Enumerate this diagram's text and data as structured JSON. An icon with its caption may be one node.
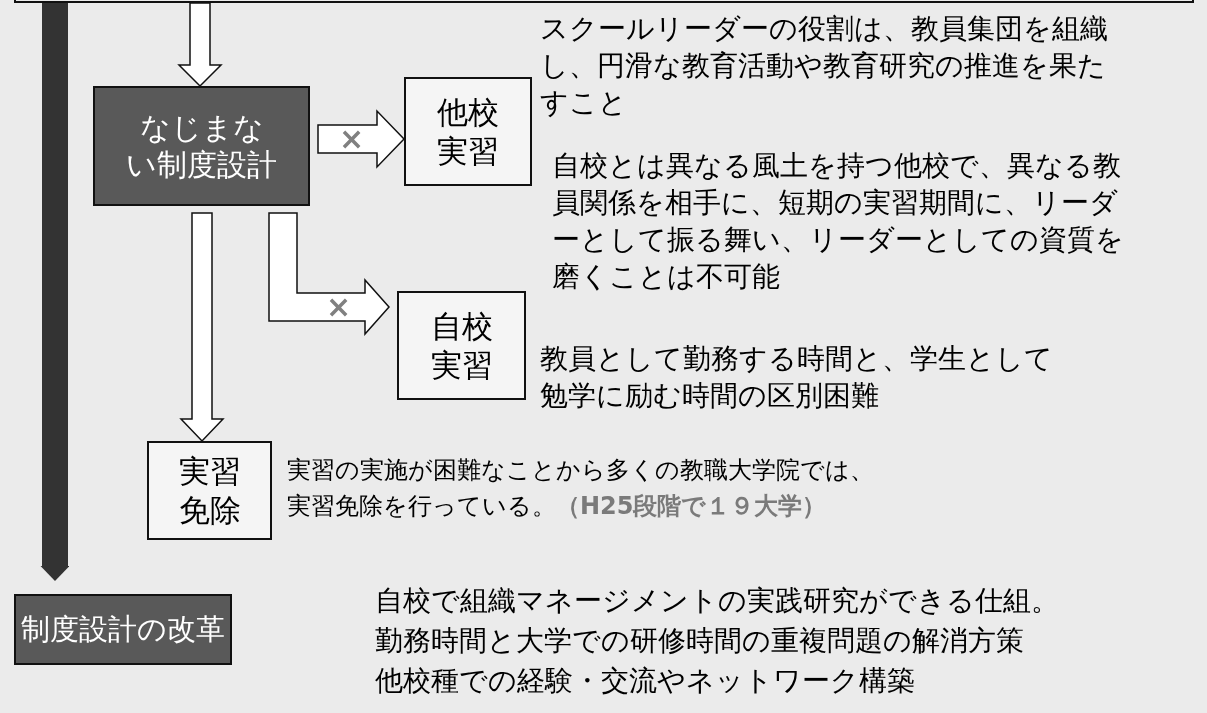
{
  "diagram": {
    "nodes": [
      {
        "text": [],
        "shape": "box"
      },
      {
        "text": [
          "なじまない制度設計"
        ]
      },
      {
        "text": [
          "他校実習"
        ],
        "beside": [
          "スクールリーダーの役割は、教員集団を組織し、円滑な教育活動や教育研究の推進を果たすこと",
          "自校とは異なる風土を持つ他校で、異なる教員関係を相手に、短期の実習期間に、リーダーとして振る舞い、リーダーとしての資質を磨くことは不可能"
        ]
      },
      {
        "text": [
          "自校実習"
        ],
        "beside": [
          "教員として勤務する時間と、学生として勉学に励む時間の区別困難"
        ]
      },
      {
        "text": [
          "実習免除"
        ],
        "beside": [
          "実習の実施が困難なことから多くの教職大学院では、実習免除を行っている。",
          "（H25段階で１９大学）"
        ]
      },
      {
        "text": [
          "制度設計の改革"
        ],
        "beside": [
          "自校で組織マネージメントの実践研究ができる仕組。",
          "勤務時間と大学での研修時間の重複問題の解消方策",
          "他校種での経験・交流やネットワーク構築"
        ]
      }
    ],
    "edges": [
      {
        "from": 0,
        "to": 1,
        "arrow": "to"
      },
      {
        "from": 0,
        "to": 5,
        "arrow": "to",
        "color": "#333333"
      },
      {
        "from": 1,
        "to": 2,
        "arrow": "to",
        "label": "×"
      },
      {
        "from": 1,
        "to": 3,
        "arrow": "to",
        "label": "×"
      },
      {
        "from": 1,
        "to": 4,
        "arrow": "to"
      }
    ]
  }
}
